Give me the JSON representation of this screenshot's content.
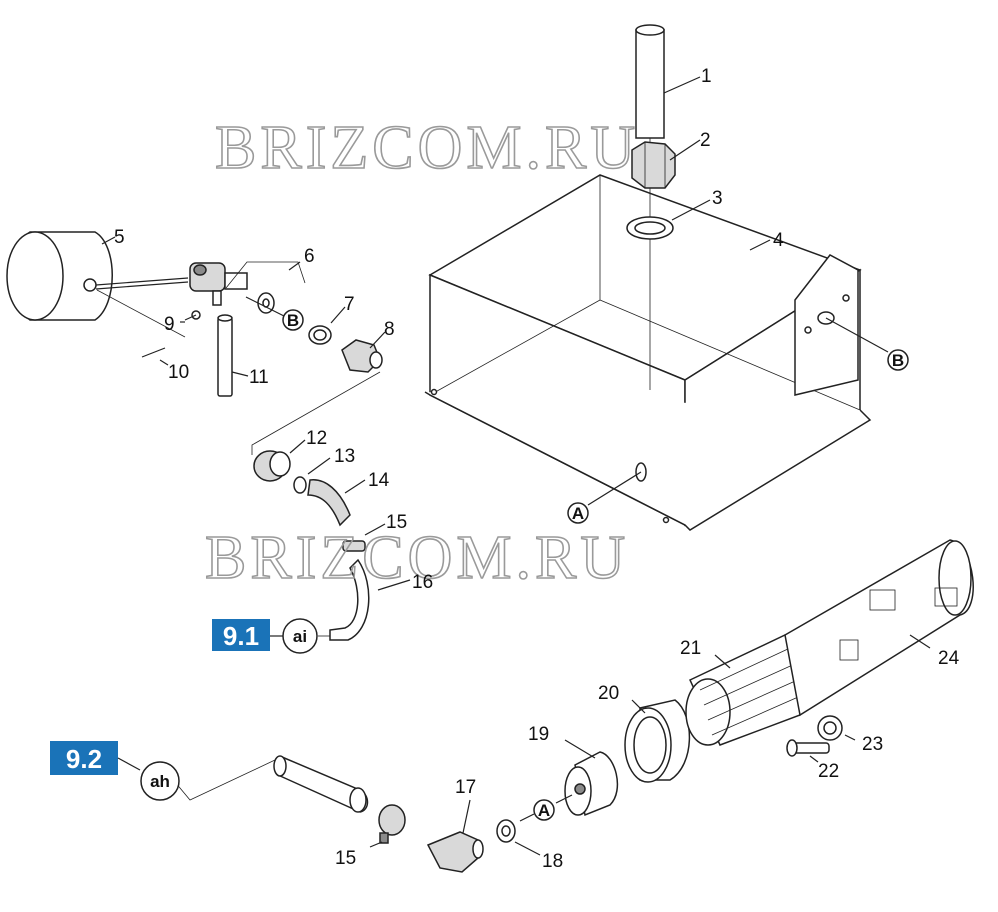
{
  "watermarks": [
    "BRIZCOM.RU",
    "BRIZCOM.RU"
  ],
  "part_numbers": [
    "1",
    "2",
    "3",
    "4",
    "5",
    "6",
    "7",
    "8",
    "9",
    "10",
    "11",
    "12",
    "13",
    "14",
    "15",
    "16",
    "15",
    "17",
    "18",
    "19",
    "20",
    "21",
    "22",
    "23",
    "24"
  ],
  "ref_letters": {
    "a": "A",
    "b": "B"
  },
  "connectors": {
    "c91": {
      "badge": "9.1",
      "code": "ai"
    },
    "c92": {
      "badge": "9.2",
      "code": "ah"
    }
  },
  "colors": {
    "badge": "#1a73b8",
    "line": "#222222",
    "watermark": "#9a9a9a"
  }
}
